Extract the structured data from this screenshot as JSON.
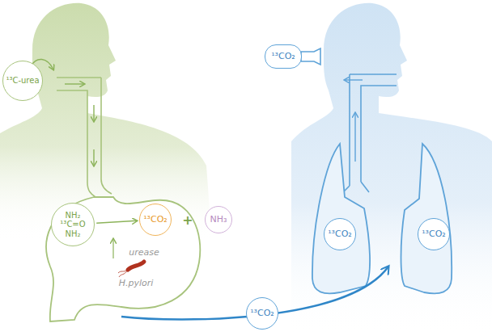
{
  "diagram": {
    "nodes": [
      {
        "text": [
          "¹³C-urea"
        ]
      },
      {
        "text": [
          "NH₂",
          "¹³C=O",
          "NH₂"
        ]
      },
      {
        "text": [
          "¹³CO₂"
        ]
      },
      {
        "text": [
          "NH₃"
        ]
      },
      {
        "text": [
          "¹³CO₂"
        ]
      },
      {
        "text": [
          "¹³CO₂"
        ]
      },
      {
        "text": [
          "¹³CO₂"
        ]
      },
      {
        "text": [
          "¹³CO₂"
        ]
      }
    ],
    "edges": [
      {
        "from": 1,
        "to": 2,
        "arrow": "to"
      }
    ],
    "labels": [
      "+",
      "urease",
      "H.pylori"
    ]
  }
}
